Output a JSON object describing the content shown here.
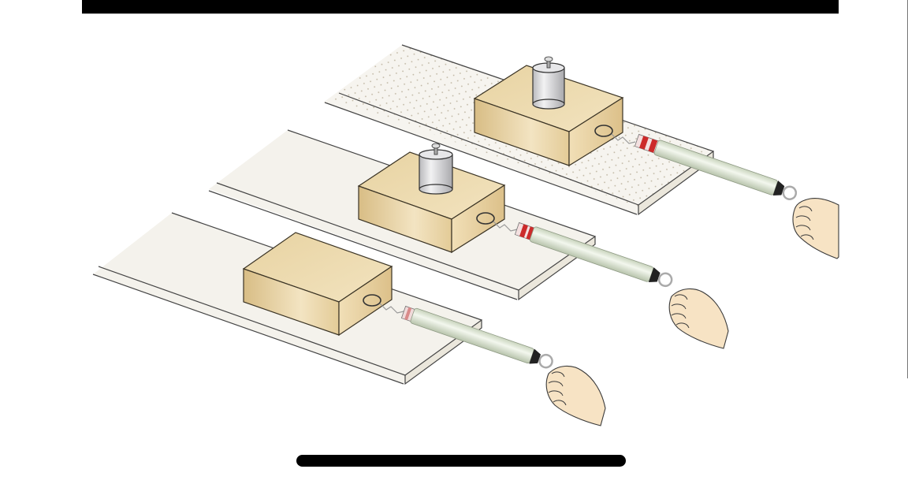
{
  "figure": {
    "subject": "friction-experiment",
    "setups": [
      {
        "id": "top",
        "surface": "rough-dotted",
        "has_weight": true
      },
      {
        "id": "middle",
        "surface": "smooth",
        "has_weight": true
      },
      {
        "id": "bottom",
        "surface": "smooth",
        "has_weight": false
      }
    ]
  },
  "colors": {
    "bar": "#000000",
    "board": "#f4f2ec",
    "board_edge": "#e6e2d8",
    "block_top": "#ecd9ad",
    "block_front": "#e2c992",
    "block_side": "#d9bf86",
    "weight": "#d6d6d8",
    "scale_tube": "#dfe8d6",
    "scale_band": "#cc2a2a",
    "skin": "#f7e3c4",
    "outline": "#333333"
  },
  "icons": {
    "weight": "weight-icon",
    "spring_scale": "spring-scale-icon",
    "hand": "hand-icon"
  }
}
